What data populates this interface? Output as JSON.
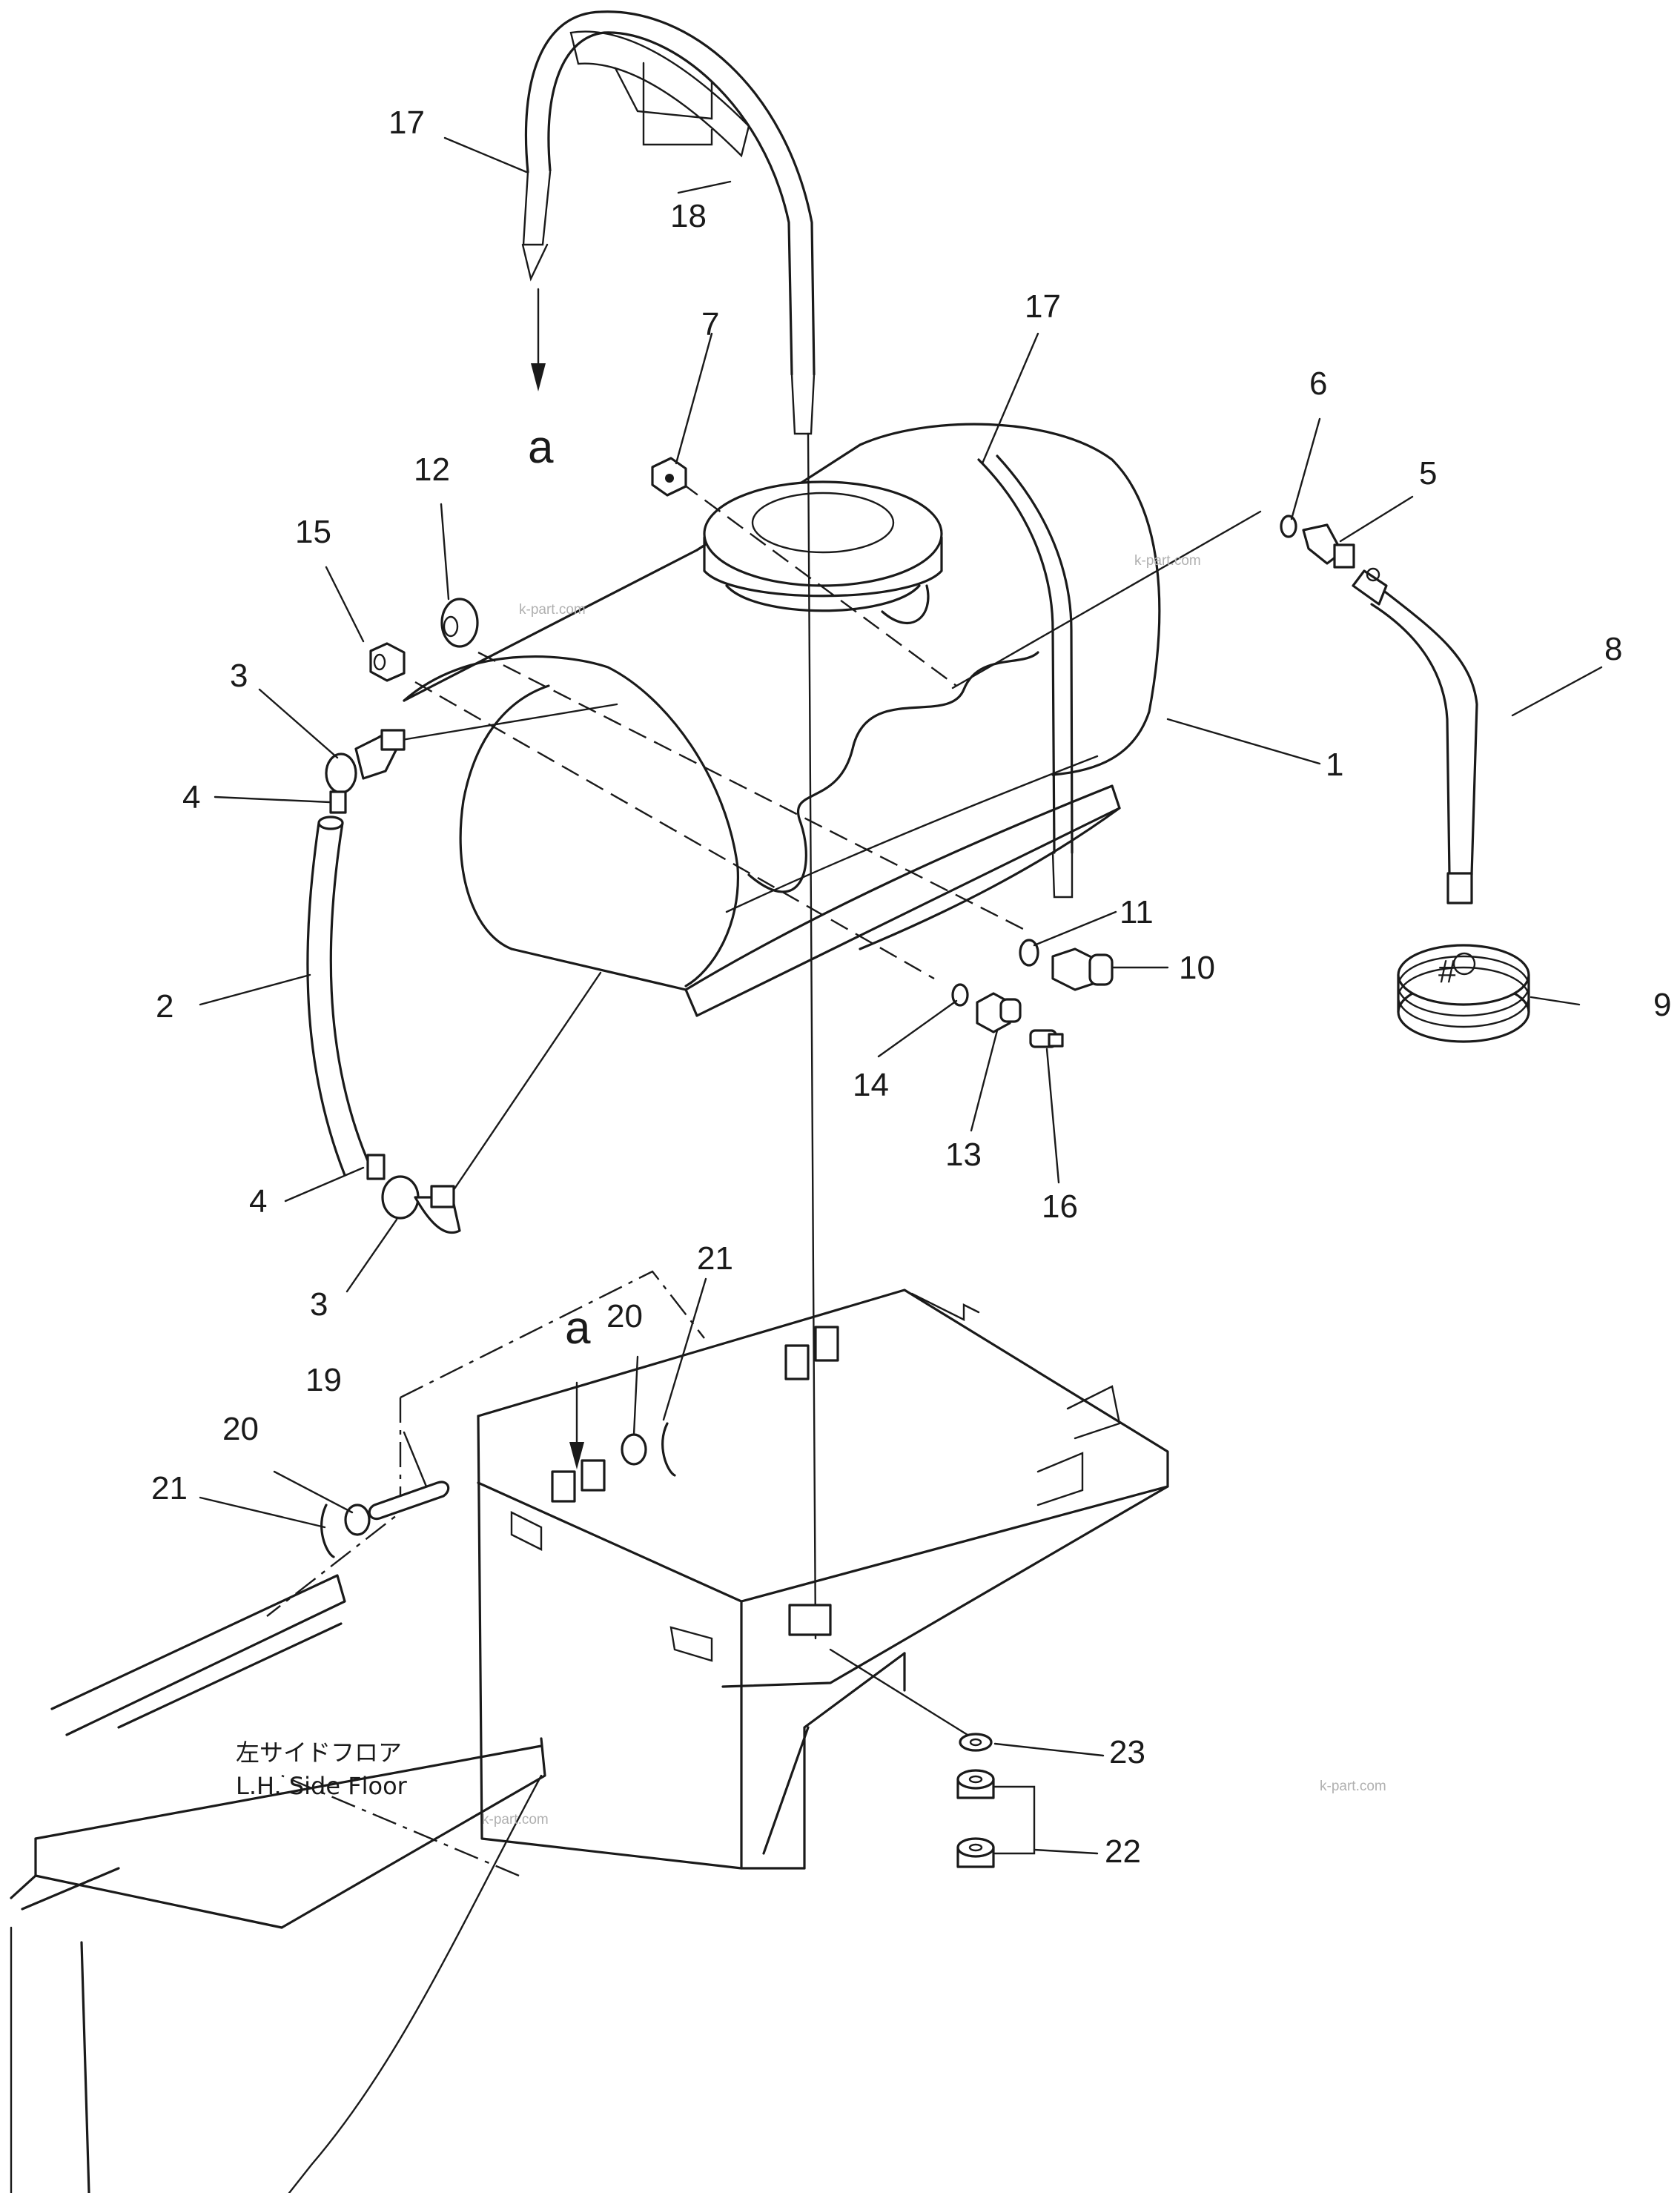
{
  "callouts": {
    "c1": "1",
    "c2": "2",
    "c3a": "3",
    "c3b": "3",
    "c4a": "4",
    "c4b": "4",
    "c5": "5",
    "c6": "6",
    "c7": "7",
    "c8": "8",
    "c9": "9",
    "c10": "10",
    "c11": "11",
    "c12": "12",
    "c13": "13",
    "c14": "14",
    "c15": "15",
    "c16": "16",
    "c17a": "17",
    "c17b": "17",
    "c18": "18",
    "c19": "19",
    "c20a": "20",
    "c20b": "20",
    "c21a": "21",
    "c21b": "21",
    "c22": "22",
    "c23": "23"
  },
  "view_markers": {
    "top": "a",
    "bottom": "a"
  },
  "floor_label": {
    "jp": "左サイドフロア",
    "en": "L.H. Side Floor"
  },
  "watermarks": [
    "k-part.com",
    "k-part.com",
    "k-part.com",
    "k-part.com"
  ]
}
